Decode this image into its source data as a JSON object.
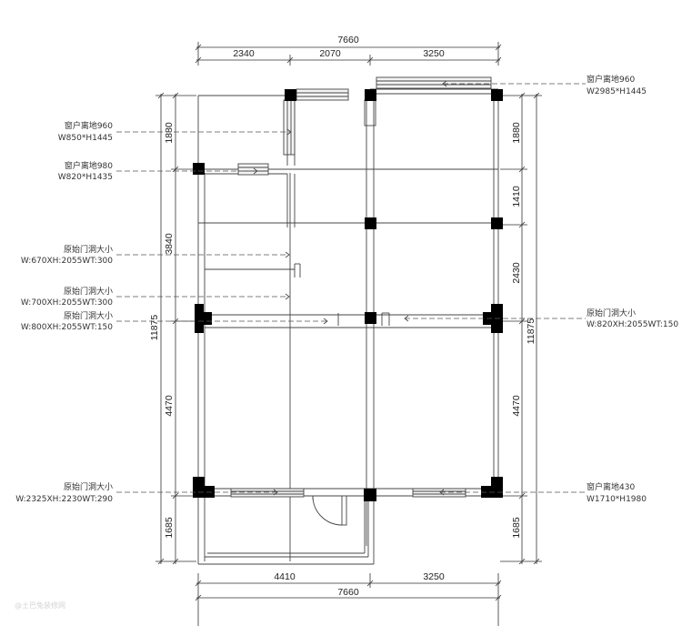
{
  "dims": {
    "top_total": "7660",
    "top_seg_1": "2340",
    "top_seg_2": "2070",
    "top_seg_3": "3250",
    "bottom_seg_1": "4410",
    "bottom_seg_2": "3250",
    "bottom_total": "7660",
    "left_1": "1880",
    "left_2": "3840",
    "left_3": "4470",
    "left_4": "1685",
    "left_total": "11875",
    "right_1": "1880",
    "right_2": "1410",
    "right_3": "2430",
    "right_4": "4470",
    "right_5": "1685",
    "right_total": "11875"
  },
  "notes": {
    "n1_title": "窗户离地960",
    "n1_size": "W850*H1445",
    "n2_title": "窗户离地980",
    "n2_size": "W820*H1435",
    "n3_title": "原始门洞大小",
    "n3_size": "W:670XH:2055WT:300",
    "n4_title": "原始门洞大小",
    "n4_size": "W:700XH:2055WT:300",
    "n5_title": "原始门洞大小",
    "n5_size": "W:800XH:2055WT:150",
    "n6_title": "原始门洞大小",
    "n6_size": "W:2325XH:2230WT:290",
    "n7_title": "窗户离地960",
    "n7_size": "W2985*H1445",
    "n8_title": "原始门洞大小",
    "n8_size": "W:820XH:2055WT:150",
    "n9_title": "窗户离地430",
    "n9_size": "W1710*H1980"
  },
  "watermark": "@土巴兔装修网"
}
